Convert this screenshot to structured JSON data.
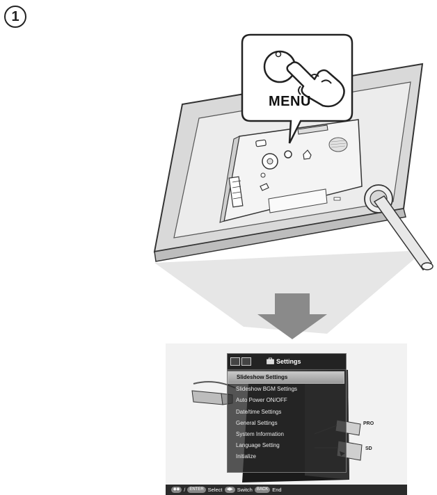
{
  "step_number": "1",
  "callout": {
    "button_label": "MENU"
  },
  "screen": {
    "menu_title": "Settings",
    "menu_items": [
      {
        "label": "Slideshow Settings",
        "selected": true
      },
      {
        "label": "Slideshow BGM Settings",
        "selected": false
      },
      {
        "label": "Auto Power ON/OFF",
        "selected": false
      },
      {
        "label": "Date/time Settings",
        "selected": false
      },
      {
        "label": "General Settings",
        "selected": false
      },
      {
        "label": "System Information",
        "selected": false
      },
      {
        "label": "Language Setting",
        "selected": false
      },
      {
        "label": "Initialize",
        "selected": false
      }
    ],
    "slot_labels": {
      "pro": "PRO",
      "sd": "SD"
    },
    "status_bar": {
      "nav_key": "◆◆",
      "sep": "/",
      "enter_key": "ENTER",
      "select_label": "Select",
      "switch_key": "◀▶",
      "switch_label": "Switch",
      "back_key": "BACK",
      "end_label": "End"
    }
  }
}
